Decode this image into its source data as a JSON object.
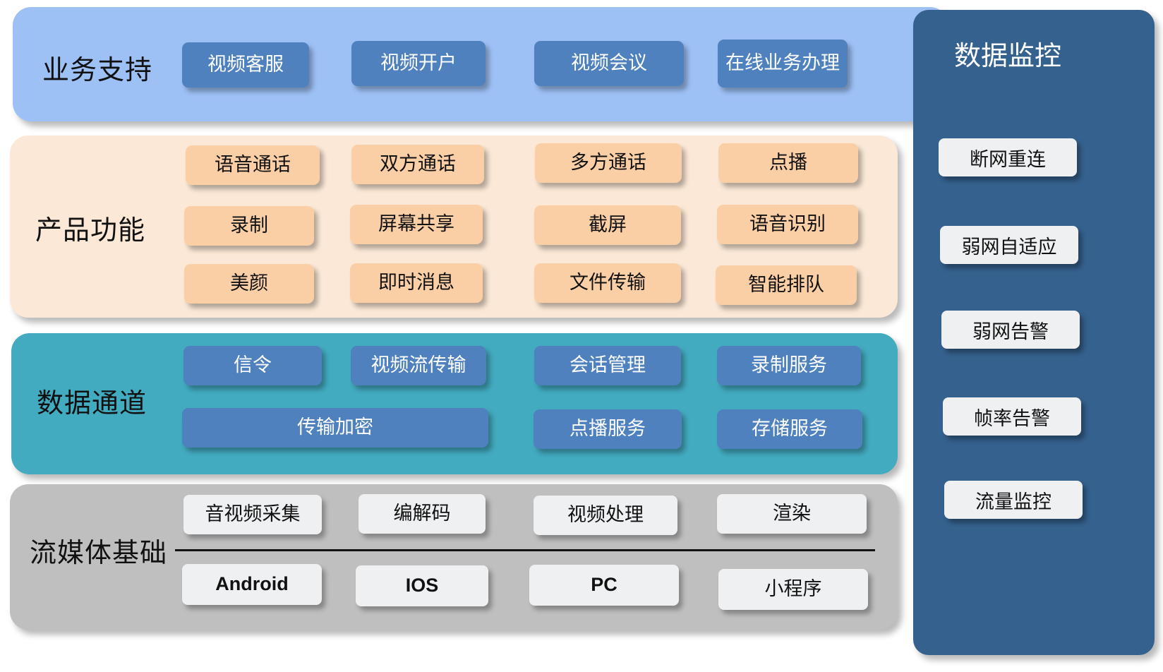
{
  "diagram": {
    "title_layers": [
      "业务支持",
      "产品功能",
      "数据通道",
      "流媒体基础"
    ],
    "colors": {
      "business_panel": "#9dc0f5",
      "product_panel": "#fbe8d6",
      "channel_panel": "#42abc0",
      "base_panel": "#bfbfbf",
      "sidebar_panel": "#35618e",
      "blue_tile": "#4e81bd",
      "peach_tile": "#fbcfa6",
      "white_tile": "#eef0f2"
    }
  },
  "business": {
    "title": "业务支持",
    "tiles": [
      "视频客服",
      "视频开户",
      "视频会议",
      "在线业务办理"
    ]
  },
  "product": {
    "title": "产品功能",
    "rows": [
      [
        "语音通话",
        "双方通话",
        "多方通话",
        "点播"
      ],
      [
        "录制",
        "屏幕共享",
        "截屏",
        "语音识别"
      ],
      [
        "美颜",
        "即时消息",
        "文件传输",
        "智能排队"
      ]
    ]
  },
  "channel": {
    "title": "数据通道",
    "row1": [
      "信令",
      "视频流传输",
      "会话管理",
      "录制服务"
    ],
    "row2": [
      "传输加密",
      "点播服务",
      "存储服务"
    ]
  },
  "base": {
    "title": "流媒体基础",
    "row1": [
      "音视频采集",
      "编解码",
      "视频处理",
      "渲染"
    ],
    "row2": [
      "Android",
      "IOS",
      "PC",
      "小程序"
    ]
  },
  "monitor": {
    "title": "数据监控",
    "tiles": [
      "断网重连",
      "弱网自适应",
      "弱网告警",
      "帧率告警",
      "流量监控"
    ]
  }
}
